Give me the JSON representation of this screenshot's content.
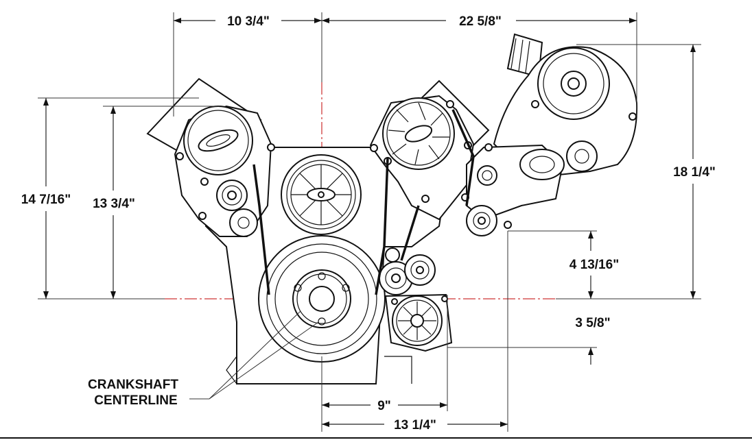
{
  "dimensions": {
    "top_left_width": "10 3/4\"",
    "top_right_width": "22 5/8\"",
    "left_outer_height": "14 7/16\"",
    "left_inner_height": "13 3/4\"",
    "right_total_height": "18 1/4\"",
    "right_mid_height": "4 13/16\"",
    "right_low_drop": "3 5/8\"",
    "bottom_short": "9\"",
    "bottom_long": "13 1/4\""
  },
  "callout": {
    "line1": "CRANKSHAFT",
    "line2": "CENTERLINE"
  },
  "colors": {
    "ink": "#111111",
    "centerline": "#c00000",
    "background": "#ffffff"
  }
}
